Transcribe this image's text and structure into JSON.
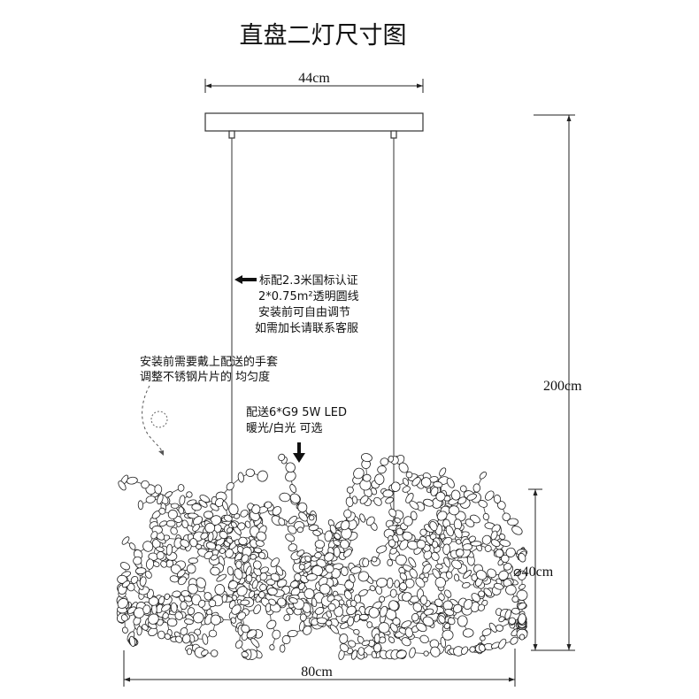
{
  "title": "直盘二灯尺寸图",
  "dimensions": {
    "canopy_width": "44cm",
    "total_height": "200cm",
    "lamp_height": "⌀40cm",
    "lamp_width": "80cm"
  },
  "notes": {
    "cable": [
      "标配2.3米国标认证",
      "2*0.75m²透明圆线",
      "安装前可自由调节",
      "如需加长请联系客服"
    ],
    "gloves": [
      "安装前需要戴上配送的手套",
      "调整不锈钢片片的 均匀度"
    ],
    "bulbs": [
      "配送6*G9 5W LED",
      "暖光/白光 可选"
    ]
  }
}
